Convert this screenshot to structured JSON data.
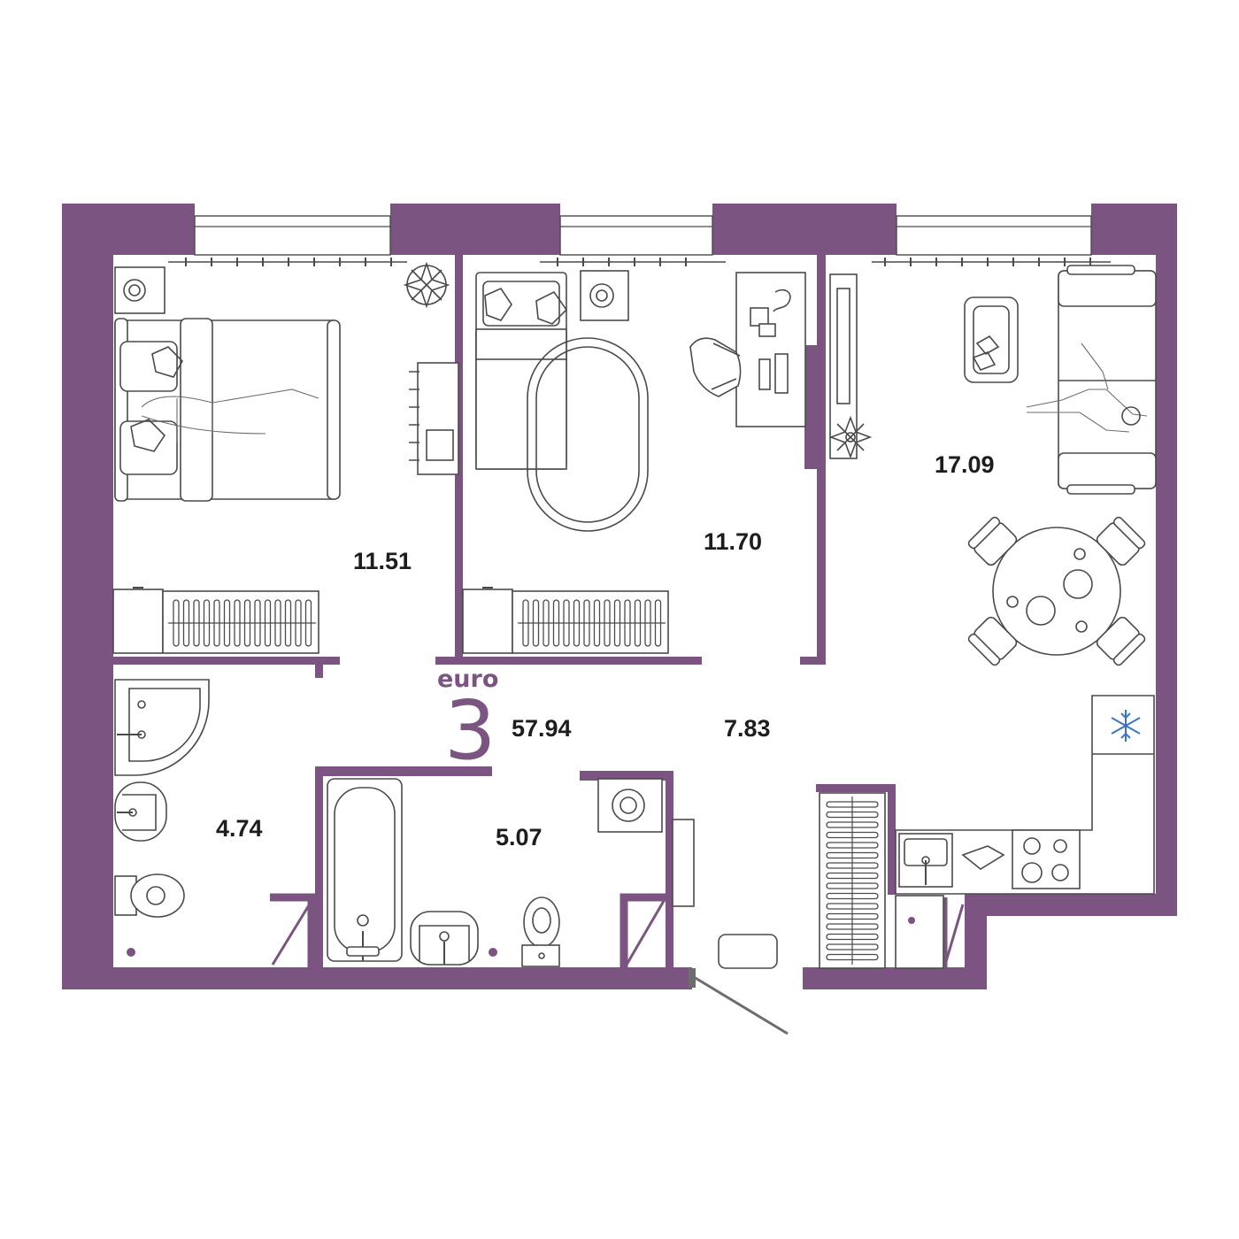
{
  "plan": {
    "type_prefix": "euro",
    "type_number": "3",
    "total_area": "57.94",
    "wall_color": "#7c5482",
    "freezer_icon_color": "#3b74c7"
  },
  "rooms": {
    "bedroom_1": {
      "area": "11.51"
    },
    "bedroom_2": {
      "area": "11.70"
    },
    "living_kitchen": {
      "area": "17.09"
    },
    "hallway": {
      "area": "7.83"
    },
    "bathroom_1": {
      "area": "4.74"
    },
    "bathroom_2": {
      "area": "5.07"
    }
  },
  "icons": [
    "freezer-snowflake-icon",
    "plant-icon",
    "washing-machine-icon",
    "door-swing-icon"
  ]
}
